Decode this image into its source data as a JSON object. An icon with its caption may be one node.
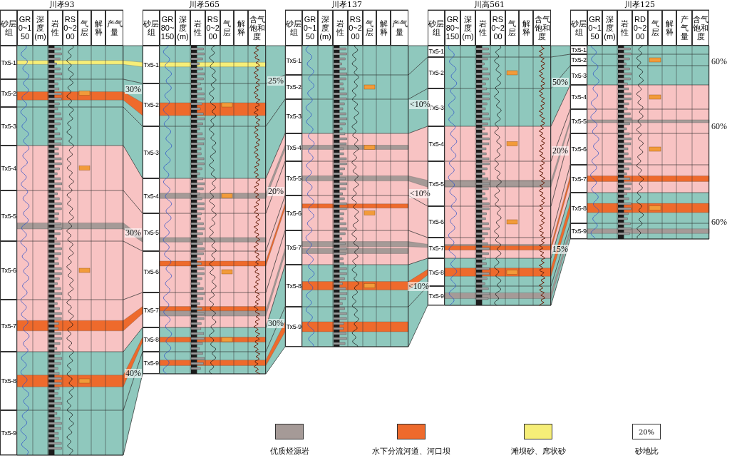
{
  "diagram": {
    "nodes": [
      {
        "text": [
          "川孝93"
        ]
      },
      {
        "text": [
          "川孝565"
        ]
      },
      {
        "text": [
          "川孝137"
        ]
      },
      {
        "text": [
          "川高561"
        ]
      },
      {
        "text": [
          "川孝125"
        ]
      }
    ],
    "labels": [
      "砂层组",
      "GR 0~150",
      "深度(m)",
      "岩性",
      "RS 0~200",
      "气层",
      "解释",
      "产气量",
      "Tx5-1",
      "Tx5-2",
      "Tx5-3",
      "Tx5-4",
      "Tx5-5",
      "Tx5-6",
      "Tx5-7",
      "Tx5-8",
      "Tx5-9",
      "砂层组",
      "GR 80~150",
      "深度(m)",
      "岩性",
      "RS 0~200",
      "气层",
      "解释",
      "含气饱和度",
      "Tx5-1",
      "Tx5-2",
      "Tx5-3",
      "Tx5-4",
      "Tx5-5",
      "Tx5-6",
      "Tx5-7",
      "Tx5-8",
      "Tx5-9",
      "砂层组",
      "GR 0~150",
      "深度(m)",
      "岩性",
      "RS 0~200",
      "气层",
      "解释",
      "产气量",
      "Tx5-1",
      "Tx5-2",
      "Tx5-3",
      "Tx5-4",
      "Tx5-5",
      "Tx5-6",
      "Tx5-7",
      "Tx5-8",
      "Tx5-9",
      "砂层组",
      "GR 80~150",
      "深度(m)",
      "岩性",
      "RS 0~200",
      "气层",
      "解释",
      "含气饱和度",
      "Tx5-1",
      "Tx5-2",
      "Tx5-3",
      "Tx5-4",
      "Tx5-5",
      "Tx5-6",
      "Tx5-7",
      "Tx5-8",
      "Tx5-9",
      "砂层组",
      "GR 0~150",
      "深度(m)",
      "岩性",
      "RD 0~200",
      "气层",
      "解释",
      "产气量",
      "含气饱和度",
      "Tx5-1",
      "Tx5-2",
      "Tx5-3",
      "Tx5-4",
      "Tx5-5",
      "Tx5-6",
      "Tx5-7",
      "Tx5-8",
      "Tx5-9",
      "30%",
      "30%",
      "40%",
      "25%",
      "20%",
      "30%",
      "<10%",
      "<10%",
      "<10%",
      "50%",
      "20%",
      "15%",
      "60%",
      "60%",
      "60%",
      "20%"
    ],
    "legend": [
      {
        "text": "优质烃源岩",
        "color": "#a59a97"
      },
      {
        "text": "水下分流河道、河口坝",
        "color": "#ee6a2c"
      },
      {
        "text": "滩坝砂、席状砂",
        "color": "#f6ee78"
      },
      {
        "text": "砂地比"
      }
    ]
  }
}
